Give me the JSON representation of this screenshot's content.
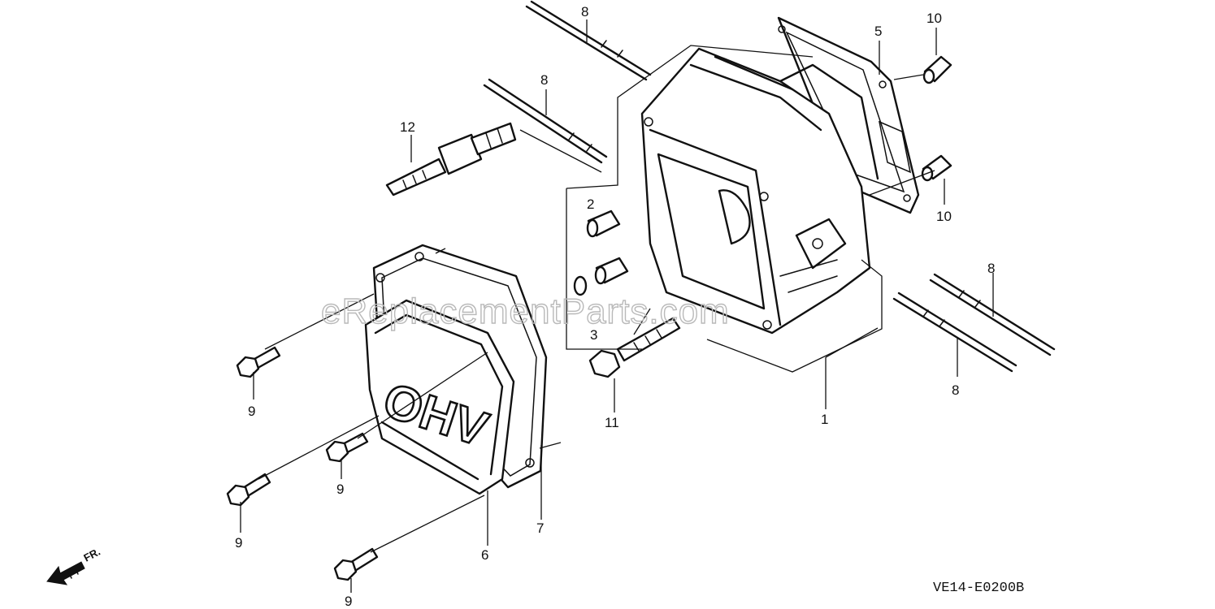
{
  "diagram": {
    "callouts": [
      {
        "key": "c1",
        "label": "1"
      },
      {
        "key": "c2",
        "label": "2"
      },
      {
        "key": "c3",
        "label": "3"
      },
      {
        "key": "c5",
        "label": "5"
      },
      {
        "key": "c6",
        "label": "6"
      },
      {
        "key": "c7",
        "label": "7"
      },
      {
        "key": "c8a",
        "label": "8"
      },
      {
        "key": "c8b",
        "label": "8"
      },
      {
        "key": "c8c",
        "label": "8"
      },
      {
        "key": "c8d",
        "label": "8"
      },
      {
        "key": "c9a",
        "label": "9"
      },
      {
        "key": "c9b",
        "label": "9"
      },
      {
        "key": "c9c",
        "label": "9"
      },
      {
        "key": "c9d",
        "label": "9"
      },
      {
        "key": "c10a",
        "label": "10"
      },
      {
        "key": "c10b",
        "label": "10"
      },
      {
        "key": "c11",
        "label": "11"
      },
      {
        "key": "c12",
        "label": "12"
      }
    ],
    "cover_marking": "OHV",
    "direction_label": "FR.",
    "diagram_code": "VE14-E0200B",
    "watermark": "eReplacementParts.com"
  }
}
